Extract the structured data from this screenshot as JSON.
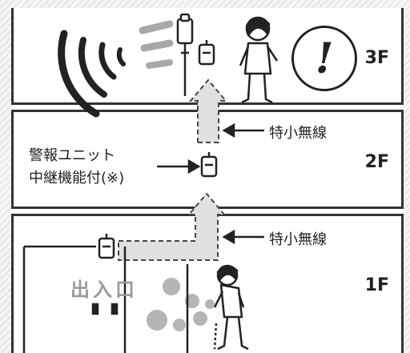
{
  "floors": [
    {
      "label": "3F"
    },
    {
      "label": "2F"
    },
    {
      "label": "1F"
    }
  ],
  "annotations": {
    "link_top": "特小無線",
    "link_bottom": "特小無線",
    "relay_line1": "警報ユニット",
    "relay_line2": "中継機能付(※)"
  },
  "entrance_label": "出入口",
  "alert_mark": "!",
  "colors": {
    "outline": "#222222",
    "arrow_fill": "#e0e0e0",
    "hatch": "#e6e6e6",
    "smoke": "#b5b5b5",
    "entrance_text": "#9a9a9a"
  },
  "icons": [
    "sound-waves-icon",
    "alarm-pole-icon",
    "alert-unit-icon",
    "person-icon",
    "speech-bubble-icon",
    "smoke-icon",
    "door-icon"
  ]
}
